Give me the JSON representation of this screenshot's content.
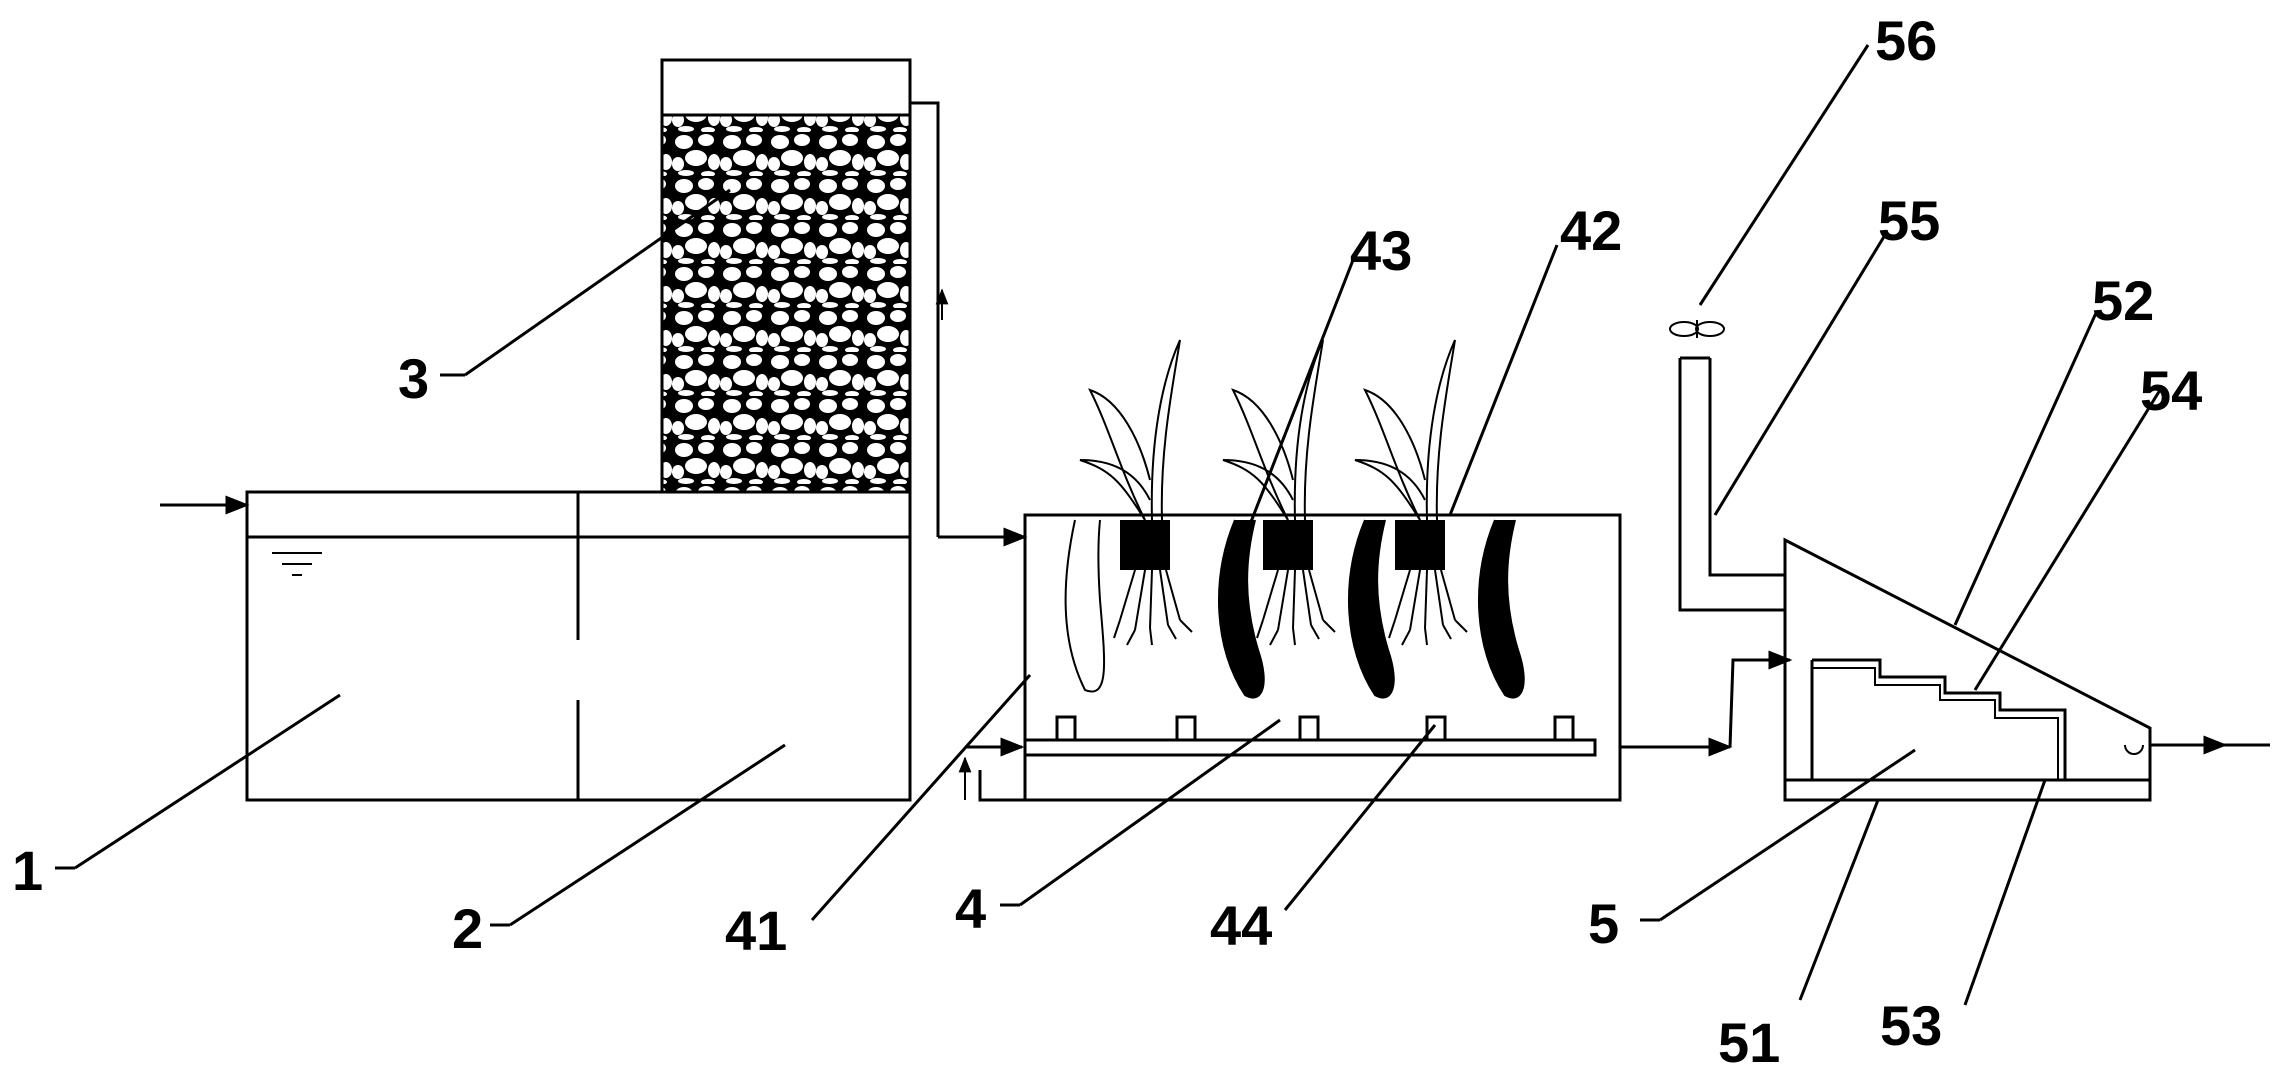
{
  "labels": {
    "l1": "1",
    "l2": "2",
    "l3": "3",
    "l4": "4",
    "l41": "41",
    "l42": "42",
    "l43": "43",
    "l44": "44",
    "l5": "5",
    "l51": "51",
    "l52": "52",
    "l53": "53",
    "l54": "54",
    "l55": "55",
    "l56": "56"
  },
  "colors": {
    "line": "#000000",
    "background": "#ffffff"
  }
}
